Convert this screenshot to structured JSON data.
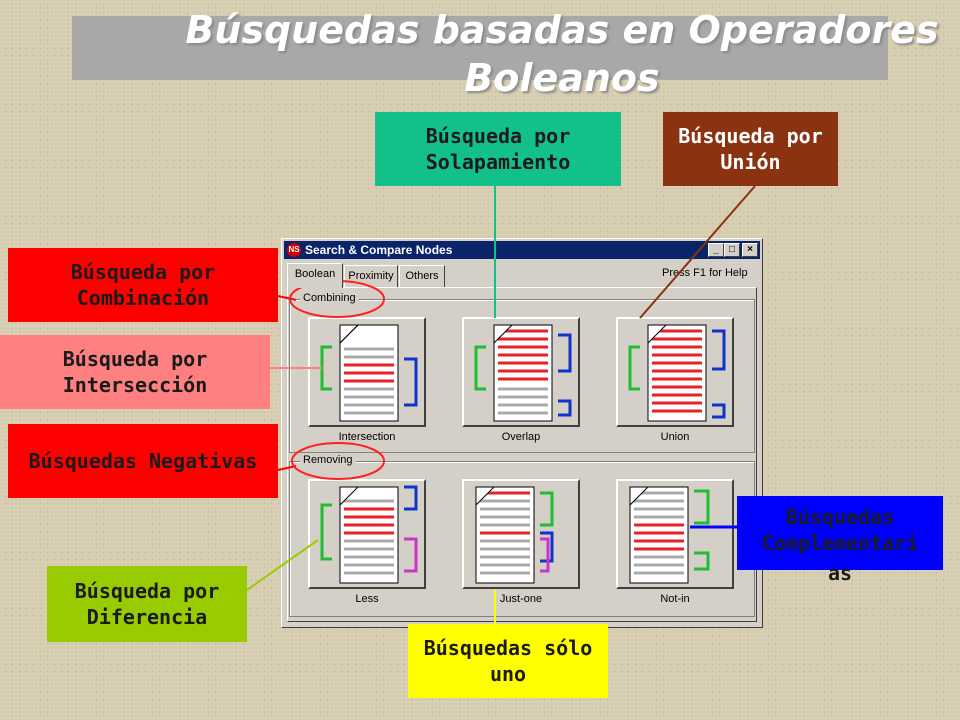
{
  "slide": {
    "title": "Búsquedas basadas en  Operadores Boleanos"
  },
  "callouts": {
    "solapamiento": "Búsqueda por Solapamiento",
    "union": "Búsqueda por Unión",
    "combinacion": "Búsqueda por Combinación",
    "interseccion": "Búsqueda por Intersección",
    "negativas": "Búsquedas Negativas",
    "diferencia": "Búsqueda por Diferencia",
    "solo_uno": "Búsquedas sólo uno",
    "complementarias_line1": "Búsquedas",
    "complementarias_line2": "Complementari",
    "complementarias_line3": "as"
  },
  "dialog": {
    "title": "Search & Compare Nodes",
    "app_icon": "NS",
    "tabs": [
      "Boolean",
      "Proximity",
      "Others"
    ],
    "active_tab": "Boolean",
    "help_text": "Press F1 for Help",
    "window_buttons": {
      "minimize": "_",
      "maximize": "□",
      "close": "×"
    },
    "groups": {
      "combining": {
        "label": "Combining",
        "buttons": [
          "Intersection",
          "Overlap",
          "Union"
        ]
      },
      "removing": {
        "label": "Removing",
        "buttons": [
          "Less",
          "Just-one",
          "Not-in"
        ]
      }
    }
  },
  "colors": {
    "solapamiento": "#14c08a",
    "union": "#8b3211",
    "combinacion": "#ff0000",
    "interseccion": "#ff8080",
    "negativas": "#ff0000",
    "diferencia": "#99cc00",
    "solo_uno": "#ffff00",
    "complementarias": "#0000ff",
    "highlight_line": "#e8202a",
    "bracket_green": "#22bb33",
    "bracket_blue": "#1133cc",
    "bracket_magenta": "#cc33cc",
    "ellipse": "#ff2020"
  }
}
